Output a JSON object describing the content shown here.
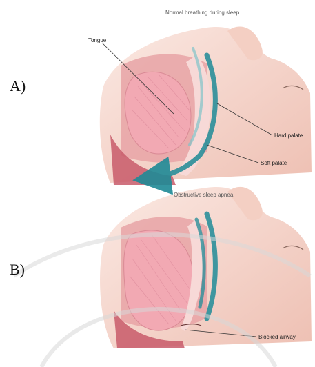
{
  "panel_a": {
    "letter": "A)",
    "caption": "Normal breathing during sleep",
    "labels": {
      "tongue": "Tongue",
      "hard_palate": "Hard palate",
      "soft_palate": "Soft palate"
    }
  },
  "panel_b": {
    "letter": "B)",
    "caption": "Obstructive sleep apnea",
    "labels": {
      "blocked_airway": "Blocked airway"
    }
  },
  "colors": {
    "skin": "#f3d3c6",
    "tongue": "#f2a9b3",
    "airflow": "#2b8f9a",
    "watermark": "#d8d8d8"
  }
}
